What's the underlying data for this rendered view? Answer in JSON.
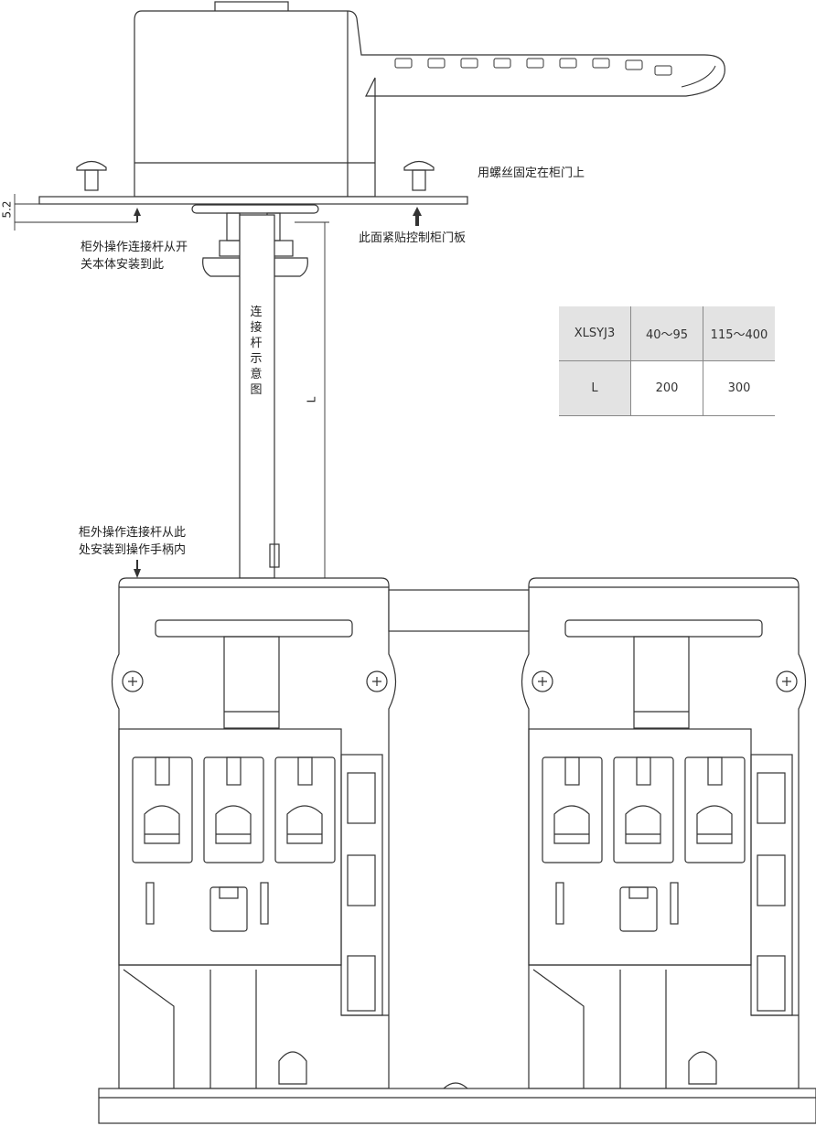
{
  "labels": {
    "fix_screws": "用螺丝固定在柜门上",
    "panel_face": "此面紧贴控制柜门板",
    "rod_from_switch_line1": "柜外操作连接杆从开",
    "rod_from_switch_line2": "关本体安装到此",
    "rod_name": "连接杆示意图",
    "rod_into_handle_line1": "柜外操作连接杆从此",
    "rod_into_handle_line2": "处安装到操作手柄内",
    "dim_thickness": "5.2",
    "dim_length": "L"
  },
  "spec_table": {
    "header": [
      "XLSYJ3",
      "40～95",
      "115～400"
    ],
    "row": [
      "L",
      "200",
      "300"
    ]
  }
}
